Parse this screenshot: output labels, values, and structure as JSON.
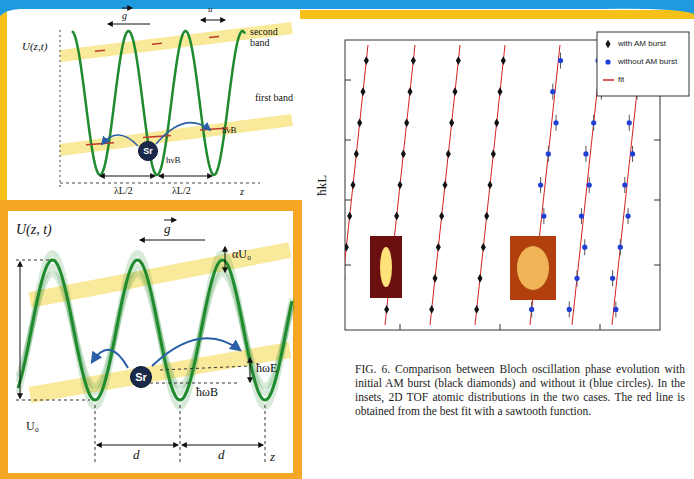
{
  "diagram": {
    "caption": "FIG. 6. Comparison between Bloch oscillation phase evolution with initial AM burst (black diamonds) and without it (blue circles). In the insets, 2D TOF atomic distributions in the two cases. The red line is obtained from the best fit with a sawtooth function.",
    "nodes": [
      {
        "text": [
          "Sr"
        ]
      },
      {
        "text": [
          "Sr"
        ]
      }
    ],
    "edges": [],
    "labels": [
      "U(z,t)",
      "g",
      "u",
      "second band",
      "first band",
      "hνB",
      "hνB",
      "λL/2",
      "λL/2",
      "z",
      "U(z, t)",
      "g",
      "αU₀",
      "ħωE",
      "ħωB",
      "U₀",
      "d",
      "d",
      "z",
      "ħkL"
    ],
    "legend": [
      {
        "text": "with AM burst"
      },
      {
        "text": "without AM burst"
      },
      {
        "text": "fit"
      }
    ]
  }
}
